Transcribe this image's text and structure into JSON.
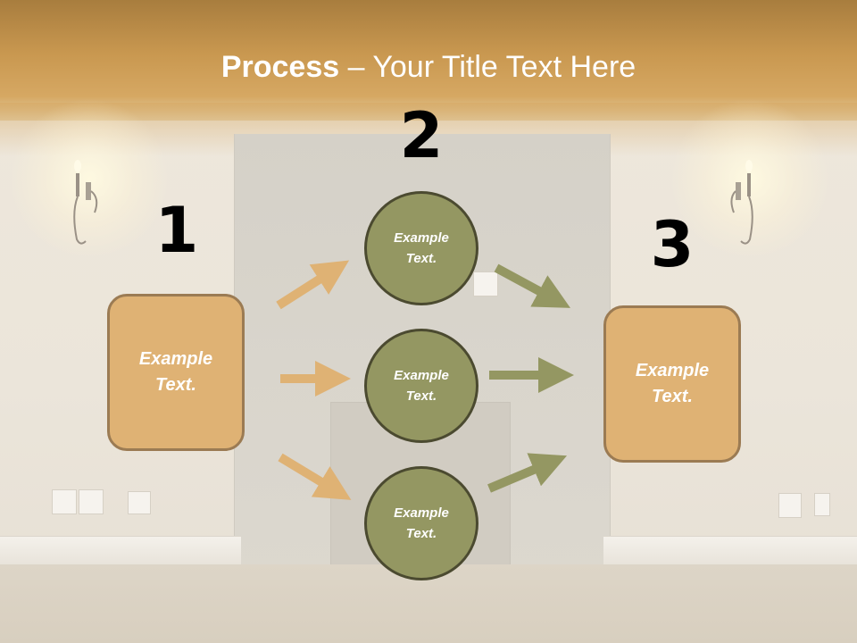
{
  "title": {
    "bold": "Process",
    "rest": " – Your Title Text Here"
  },
  "steps": [
    {
      "number": "1",
      "text": "Example Text."
    },
    {
      "number": "2",
      "items": [
        "Example Text.",
        "Example Text.",
        "Example Text."
      ]
    },
    {
      "number": "3",
      "text": "Example Text."
    }
  ],
  "colors": {
    "box_fill": "#dfb274",
    "box_border": "#9b7b53",
    "circle_fill": "#949762",
    "circle_border": "#4b4a30",
    "arrow_left": "#dfb274",
    "arrow_right": "#949762",
    "title_bar": "#c99850"
  }
}
